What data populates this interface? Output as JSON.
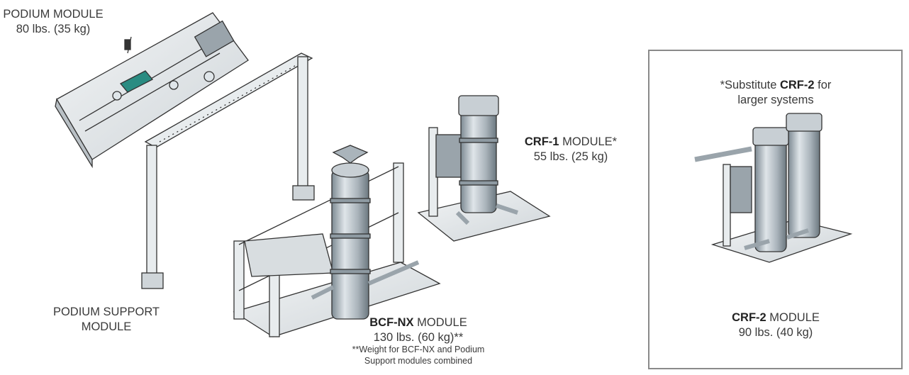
{
  "podium": {
    "name": "PODIUM MODULE",
    "weight": "80 lbs. (35 kg)"
  },
  "podium_support": {
    "line1": "PODIUM SUPPORT",
    "line2": "MODULE"
  },
  "crf1": {
    "name_bold": "CRF-1",
    "name_rest": " MODULE*",
    "weight": "55 lbs. (25 kg)"
  },
  "bcf": {
    "name_bold": "BCF-NX",
    "name_rest": " MODULE",
    "weight": "130 lbs. (60 kg)**",
    "note_line1": "**Weight for BCF-NX and Podium",
    "note_line2": "Support modules combined"
  },
  "callout": {
    "pre": "*Substitute ",
    "bold": "CRF-2",
    "post": " for",
    "line2": "larger systems",
    "module_bold": "CRF-2",
    "module_rest": " MODULE",
    "module_weight": "90 lbs. (40 kg)"
  }
}
